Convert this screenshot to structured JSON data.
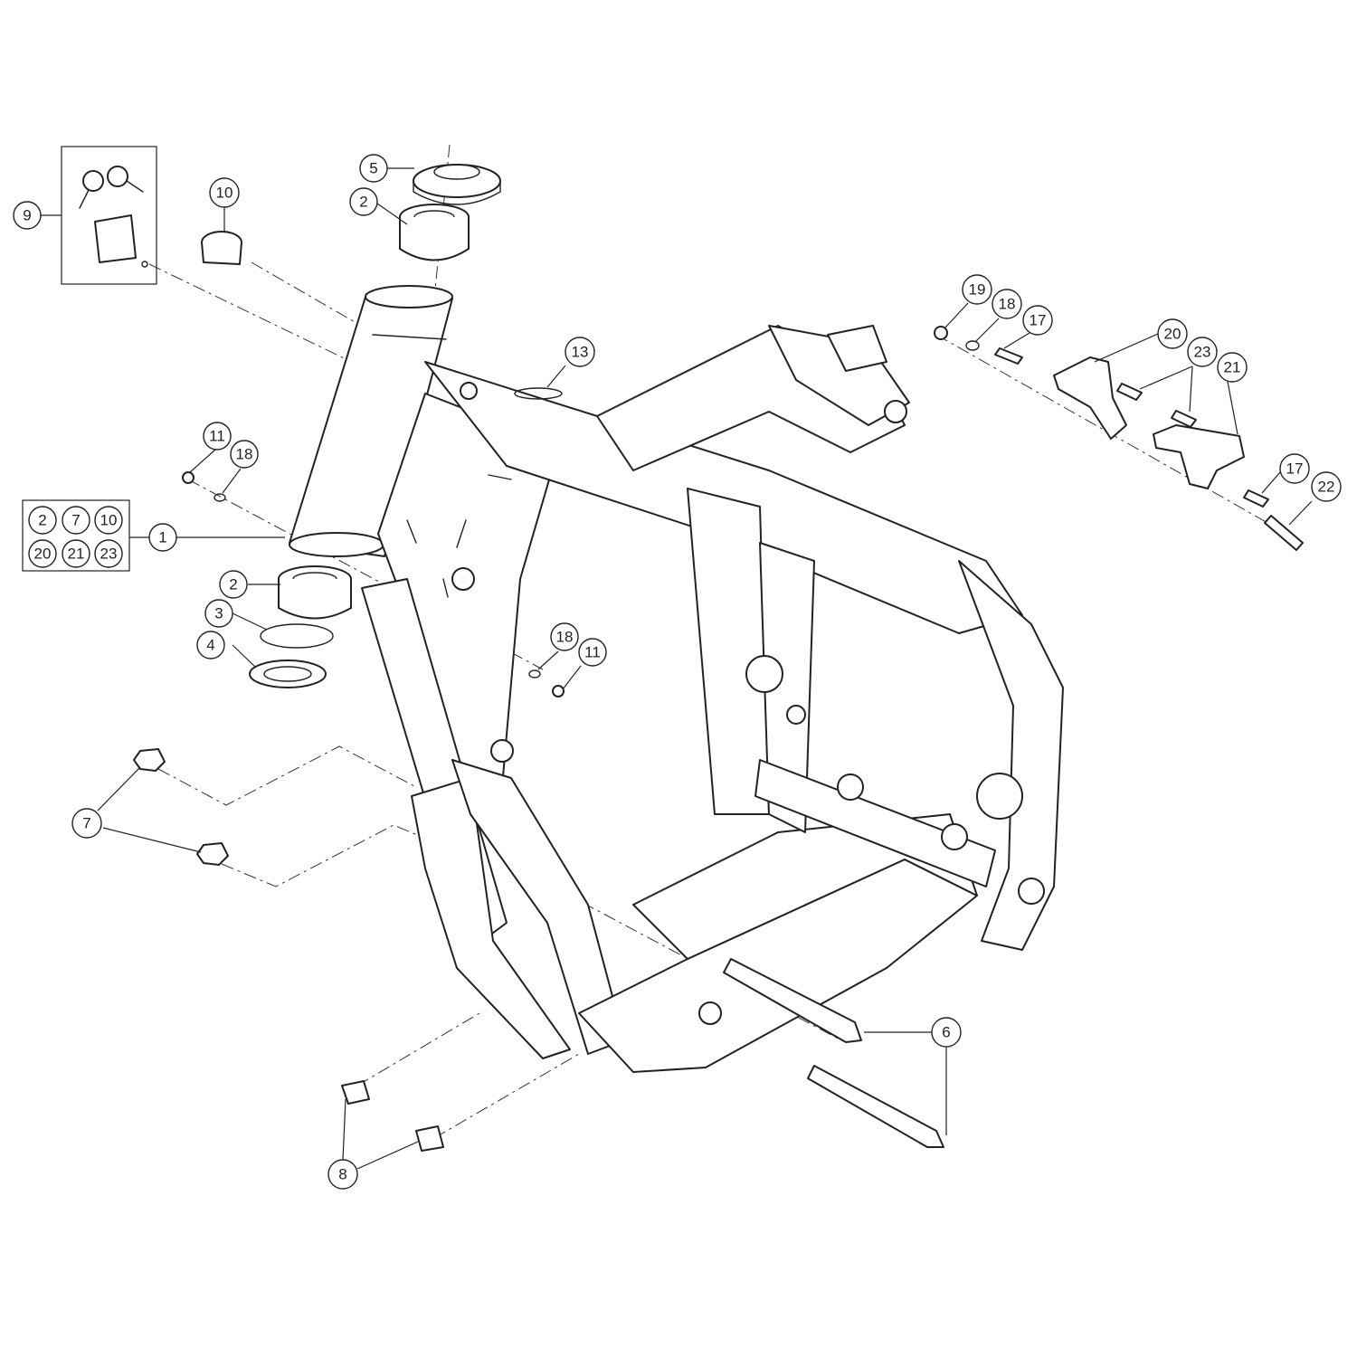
{
  "callouts": [
    {
      "id": "c1",
      "label": "1"
    },
    {
      "id": "c2a",
      "label": "2"
    },
    {
      "id": "c2b",
      "label": "2"
    },
    {
      "id": "c3",
      "label": "3"
    },
    {
      "id": "c4",
      "label": "4"
    },
    {
      "id": "c5",
      "label": "5"
    },
    {
      "id": "c6",
      "label": "6"
    },
    {
      "id": "c7",
      "label": "7"
    },
    {
      "id": "c8",
      "label": "8"
    },
    {
      "id": "c9",
      "label": "9"
    },
    {
      "id": "c10",
      "label": "10"
    },
    {
      "id": "c11a",
      "label": "11"
    },
    {
      "id": "c11b",
      "label": "11"
    },
    {
      "id": "c13",
      "label": "13"
    },
    {
      "id": "c17a",
      "label": "17"
    },
    {
      "id": "c17b",
      "label": "17"
    },
    {
      "id": "c18a",
      "label": "18"
    },
    {
      "id": "c18b",
      "label": "18"
    },
    {
      "id": "c18c",
      "label": "18"
    },
    {
      "id": "c19",
      "label": "19"
    },
    {
      "id": "c20",
      "label": "20"
    },
    {
      "id": "c21",
      "label": "21"
    },
    {
      "id": "c22",
      "label": "22"
    },
    {
      "id": "c23",
      "label": "23"
    }
  ],
  "kit_contents": [
    "2",
    "7",
    "10",
    "20",
    "21",
    "23"
  ]
}
